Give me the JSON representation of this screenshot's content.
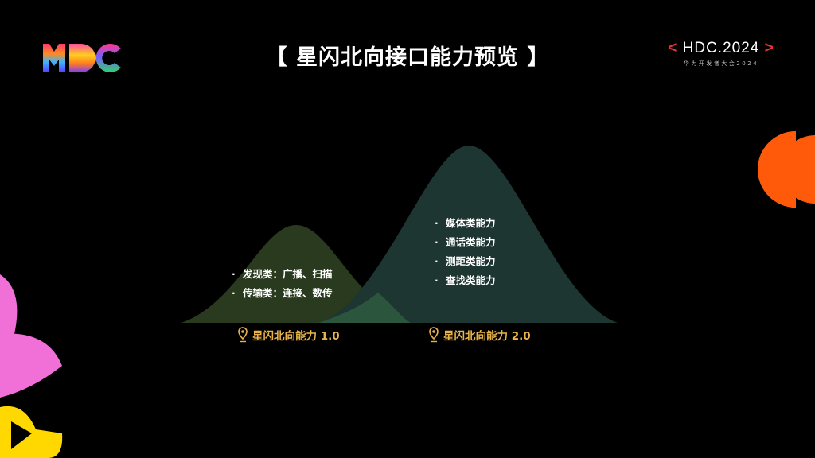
{
  "header": {
    "logo_text": "HDC",
    "title": "【 星闪北向接口能力预览 】",
    "brand": {
      "bracket_left": "<",
      "name": "HDC.2024",
      "bracket_right": ">",
      "subtitle": "华为开发者大会2024"
    }
  },
  "diagram": {
    "version_1": {
      "label": "星闪北向能力 1.0",
      "icon": "location-pin-icon",
      "color": "#2a3a1e",
      "items": [
        "发现类：广播、扫描",
        "传输类：连接、数传"
      ]
    },
    "version_2": {
      "label": "星闪北向能力 2.0",
      "icon": "location-pin-icon",
      "color": "#1e3632",
      "items": [
        "媒体类能力",
        "通话类能力",
        "测距类能力",
        "查找类能力"
      ]
    },
    "bullet_symbol": "·"
  },
  "colors": {
    "background": "#000000",
    "label_gold": "#e8b44a",
    "brand_red": "#e8343a",
    "deco_orange": "#ff5a0a",
    "deco_pink": "#f070d8",
    "deco_yellow": "#ffd800"
  }
}
